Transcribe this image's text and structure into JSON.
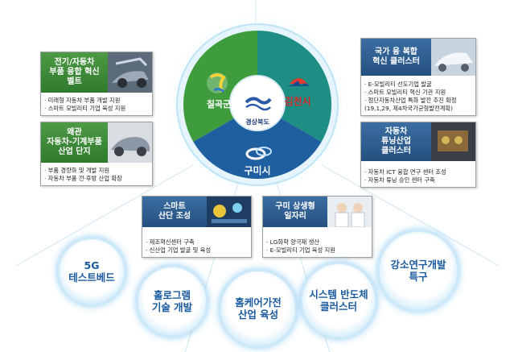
{
  "center": {
    "label_left": "칠곡군",
    "label_right": "김천시",
    "label_bottom": "구미시",
    "label_center": "경상북도"
  },
  "cards": {
    "c1": {
      "title": [
        "전기/자동차",
        "부품 융합 혁신",
        "벨트"
      ],
      "items": [
        "· 미래형 자동차 부품 개발 지원",
        "· 스마트 모빌리티 기업 육성 지원"
      ]
    },
    "c2": {
      "title": [
        "왜관",
        "자동차-기계부품",
        "산업 단지"
      ],
      "items": [
        "· 부품 경량화 및 개발 지원",
        "· 자동차 부품 전·후방 산업 확장"
      ]
    },
    "c3": {
      "title": [
        "스마트",
        "산단 조성"
      ],
      "items": [
        "· 제조혁신센터 구축",
        "· 신산업 기업 발굴 및 육성"
      ]
    },
    "c4": {
      "title": [
        "구미 상생형",
        "일자리"
      ],
      "items": [
        "· LG화학 양극재 생산",
        "· E-모빌리티 기업 육성 지원"
      ]
    },
    "c5": {
      "title": [
        "국가 융 복합",
        "혁신 클러스터"
      ],
      "items": [
        "· E-모빌리티 선도기업 발굴",
        "· 스마트 모빌리티 혁신 기관 지원",
        "· 첨단자동차산업 특화 발전 추진 확정",
        "(19,1,29, 제4차국가균형발전계획)"
      ]
    },
    "c6": {
      "title": [
        "자동차",
        "튜닝산업",
        "클러스터"
      ],
      "items": [
        "· 자동차 ICT 융합 연구 센터 조성",
        "· 자동차 튜닝 승인 센터 구축"
      ]
    }
  },
  "bubbles": {
    "b1": [
      "5G",
      "테스트베드"
    ],
    "b2": [
      "홀로그램",
      "기술 개발"
    ],
    "b3": [
      "홈케어가전",
      "산업 육성"
    ],
    "b4": [
      "시스템 반도체",
      "클러스터"
    ],
    "b5": [
      "강소연구개발",
      "특구"
    ]
  },
  "colors": {
    "green": "#3b8f3a",
    "teal": "#1c8f86",
    "blue": "#1f5f9f",
    "bubble_text": "#1a5a9e"
  }
}
